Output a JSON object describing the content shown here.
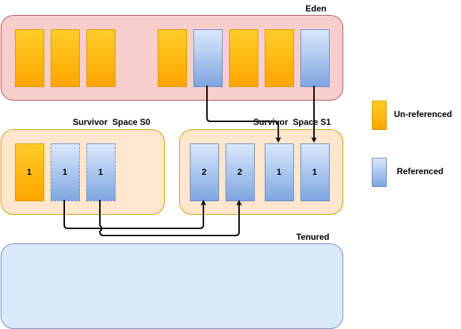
{
  "regions": {
    "eden": {
      "label": "Eden"
    },
    "survivor_s0": {
      "label": "Survivor  Space S0"
    },
    "survivor_s1": {
      "label": "Survivor  Space S1"
    },
    "tenured": {
      "label": "Tenured"
    }
  },
  "eden_objects": [
    {
      "type": "unreferenced",
      "age": ""
    },
    {
      "type": "unreferenced",
      "age": ""
    },
    {
      "type": "unreferenced",
      "age": ""
    },
    {
      "type": "unreferenced",
      "age": ""
    },
    {
      "type": "referenced",
      "age": ""
    },
    {
      "type": "unreferenced",
      "age": ""
    },
    {
      "type": "unreferenced",
      "age": ""
    },
    {
      "type": "referenced",
      "age": ""
    }
  ],
  "s0_objects": [
    {
      "type": "unreferenced",
      "age": "1"
    },
    {
      "type": "referenced",
      "age": "1",
      "moved": true
    },
    {
      "type": "referenced",
      "age": "1",
      "moved": true
    }
  ],
  "s1_objects": [
    {
      "type": "referenced",
      "age": "2"
    },
    {
      "type": "referenced",
      "age": "2"
    },
    {
      "type": "referenced",
      "age": "1"
    },
    {
      "type": "referenced",
      "age": "1"
    }
  ],
  "legend": [
    {
      "type": "unreferenced",
      "label": "Un-referenced"
    },
    {
      "type": "referenced",
      "label": "Referenced"
    }
  ],
  "colors": {
    "eden_fill": "#f8cecc",
    "eden_stroke": "#b85450",
    "survivor_fill": "#ffe6cc",
    "survivor_stroke": "#d79b00",
    "tenured_fill": "#dae8fc",
    "tenured_stroke": "#6c8ebf",
    "unreferenced_gradient": [
      "#ffcd28",
      "#ffa500"
    ],
    "referenced_gradient": [
      "#dae8fc",
      "#7ea6e0"
    ]
  }
}
